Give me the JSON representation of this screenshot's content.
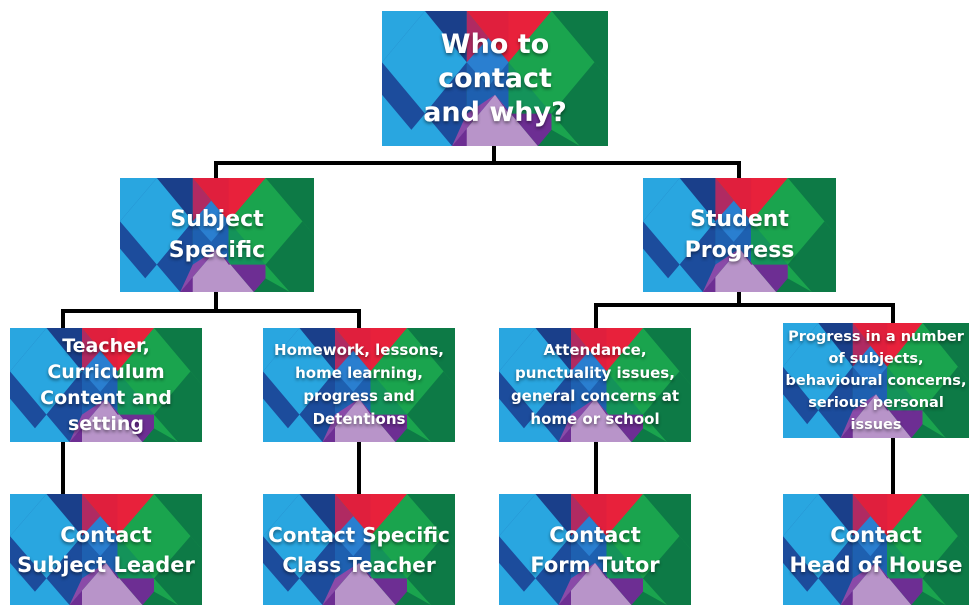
{
  "diagram": {
    "title": [
      "Who to contact",
      "and why?"
    ],
    "branches": [
      {
        "label": [
          "Subject",
          "Specific"
        ],
        "children": [
          {
            "reason": [
              "Teacher,",
              "Curriculum",
              "Content and",
              "setting"
            ],
            "contact": [
              "Contact",
              "Subject Leader"
            ]
          },
          {
            "reason": [
              "Homework, lessons,",
              "home learning,",
              "progress and",
              "Detentions"
            ],
            "contact": [
              "Contact Specific",
              "Class Teacher"
            ]
          }
        ]
      },
      {
        "label": [
          "Student",
          "Progress"
        ],
        "children": [
          {
            "reason": [
              "Attendance,",
              "punctuality issues,",
              "general concerns at",
              "home or school"
            ],
            "contact": [
              "Contact",
              "Form Tutor"
            ]
          },
          {
            "reason": [
              "Progress in a number",
              "of subjects,",
              "behavioural concerns,",
              "serious personal",
              "issues"
            ],
            "contact": [
              "Contact",
              "Head of House"
            ]
          }
        ]
      }
    ],
    "colors": {
      "dark_blue": "#1c4c9c",
      "light_blue": "#29a6e0",
      "red": "#e01f3d",
      "purple": "#6d2e93",
      "lilac": "#b894c9",
      "green": "#1aa44e",
      "dark_green": "#0d7a46",
      "connector": "#000000"
    }
  }
}
